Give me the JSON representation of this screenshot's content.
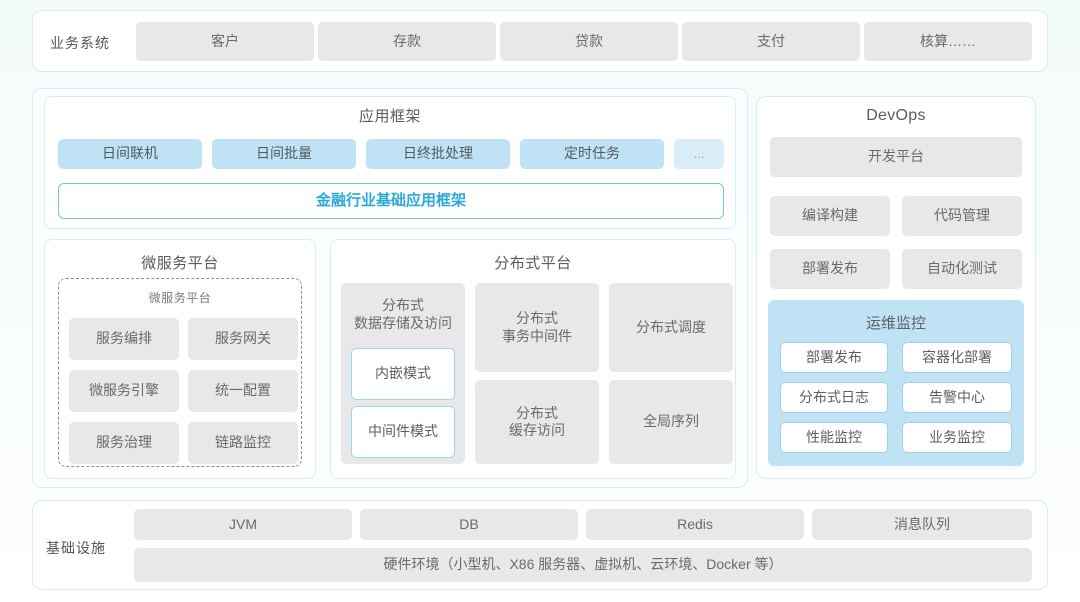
{
  "business_system": {
    "label": "业务系统",
    "items": [
      {
        "label": "客户"
      },
      {
        "label": "存款"
      },
      {
        "label": "贷款"
      },
      {
        "label": "支付"
      },
      {
        "label": "核算……"
      }
    ]
  },
  "app_framework": {
    "title": "应用框架",
    "items": [
      {
        "label": "日间联机"
      },
      {
        "label": "日间批量"
      },
      {
        "label": "日终批处理"
      },
      {
        "label": "定时任务"
      },
      {
        "label": "..."
      }
    ],
    "base_bar": {
      "label": "金融行业基础应用框架"
    }
  },
  "microservice_platform": {
    "title": "微服务平台",
    "inner_title": "微服务平台",
    "items": [
      {
        "label": "服务编排"
      },
      {
        "label": "服务网关"
      },
      {
        "label": "微服务引擎"
      },
      {
        "label": "统一配置"
      },
      {
        "label": "服务治理"
      },
      {
        "label": "链路监控"
      }
    ]
  },
  "distributed_platform": {
    "title": "分布式平台",
    "storage": {
      "label": "分布式\n数据存储及访问",
      "modes": [
        {
          "label": "内嵌模式"
        },
        {
          "label": "中间件模式"
        }
      ]
    },
    "items": [
      {
        "label": "分布式\n事务中间件"
      },
      {
        "label": "分布式调度"
      },
      {
        "label": "分布式\n缓存访问"
      },
      {
        "label": "全局序列"
      }
    ]
  },
  "devops": {
    "title": "DevOps",
    "platform": {
      "label": "开发平台"
    },
    "items": [
      {
        "label": "编译构建"
      },
      {
        "label": "代码管理"
      },
      {
        "label": "部署发布"
      },
      {
        "label": "自动化测试"
      }
    ],
    "monitoring": {
      "title": "运维监控",
      "items": [
        {
          "label": "部署发布"
        },
        {
          "label": "容器化部署"
        },
        {
          "label": "分布式日志"
        },
        {
          "label": "告警中心"
        },
        {
          "label": "性能监控"
        },
        {
          "label": "业务监控"
        }
      ]
    }
  },
  "infrastructure": {
    "label": "基础设施",
    "items": [
      {
        "label": "JVM"
      },
      {
        "label": "DB"
      },
      {
        "label": "Redis"
      },
      {
        "label": "消息队列"
      }
    ],
    "hardware": {
      "label": "硬件环境（小型机、X86 服务器、虚拟机、云环境、Docker 等）"
    }
  },
  "colors": {
    "accent_teal": "#2aa9d6",
    "chip_blue": "#bfe3f5",
    "chip_gray": "#e8e8ea",
    "card_border": "#d6eef2",
    "text": "#5b5b5b"
  }
}
